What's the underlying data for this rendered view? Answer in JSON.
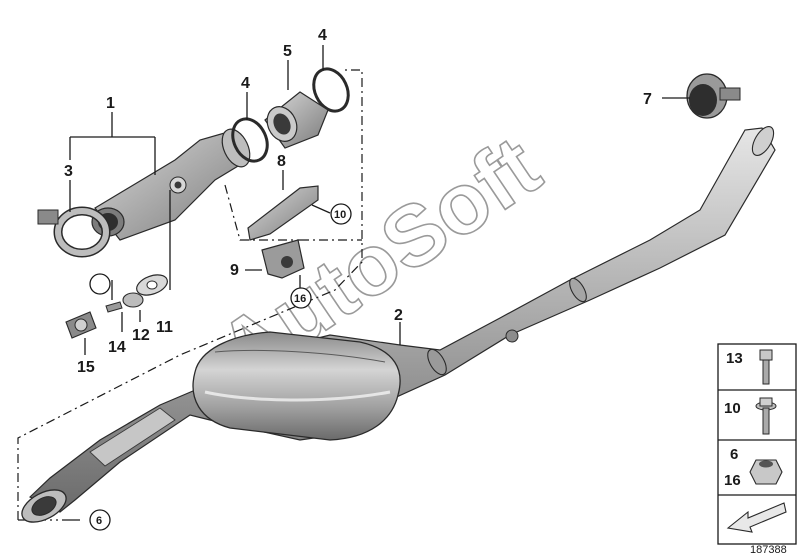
{
  "diagram": {
    "watermark": "AutoSoft",
    "image_id": "187388",
    "callouts": {
      "c1": "1",
      "c2": "2",
      "c3": "3",
      "c4a": "4",
      "c4b": "4",
      "c5": "5",
      "c7": "7",
      "c8": "8",
      "c9": "9",
      "c11": "11",
      "c12": "12",
      "c13": "13",
      "c14": "14",
      "c15": "15"
    },
    "circled": {
      "r10": "10",
      "r16": "16",
      "r6": "6"
    },
    "side_panel": {
      "bolt": "13",
      "flange_bolt": "10",
      "nut_a": "6",
      "nut_b": "16"
    },
    "colors": {
      "part_fill": "#b8b8b8",
      "part_dark": "#6e6e6e",
      "line": "#1a1a1a",
      "watermark": "#9a9a9a"
    }
  }
}
